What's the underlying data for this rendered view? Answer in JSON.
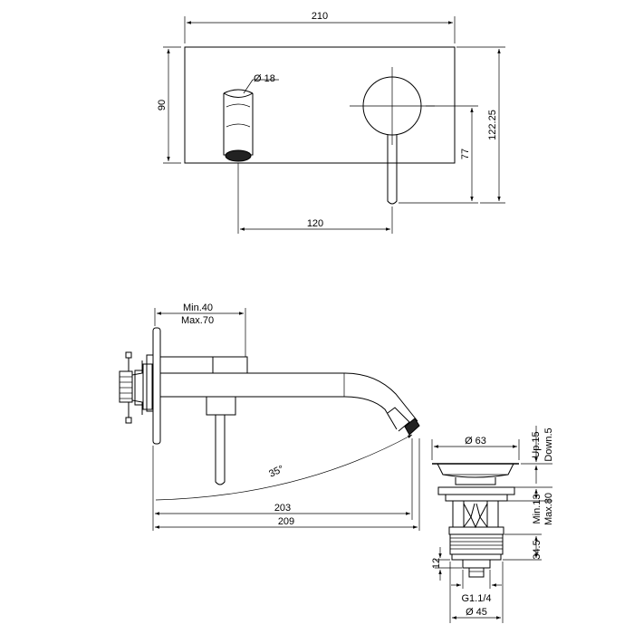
{
  "front_view": {
    "width": "210",
    "height": "90",
    "spout_diameter": "Ø 18",
    "lever_height": "77",
    "total_height": "122.25",
    "spout_to_lever": "120"
  },
  "side_view": {
    "wall_depth_min": "Min.40",
    "wall_depth_max": "Max.70",
    "angle": "35°",
    "reach_short": "203",
    "reach_long": "209"
  },
  "waste_view": {
    "cap_diameter": "Ø 63",
    "travel_up": "Up.15",
    "travel_down": "Down.5",
    "thickness_min": "Min.13",
    "thickness_max": "Max.80",
    "lower_height": "34.5",
    "base_height": "12",
    "thread": "G1.1/4",
    "base_diameter": "Ø 45"
  }
}
